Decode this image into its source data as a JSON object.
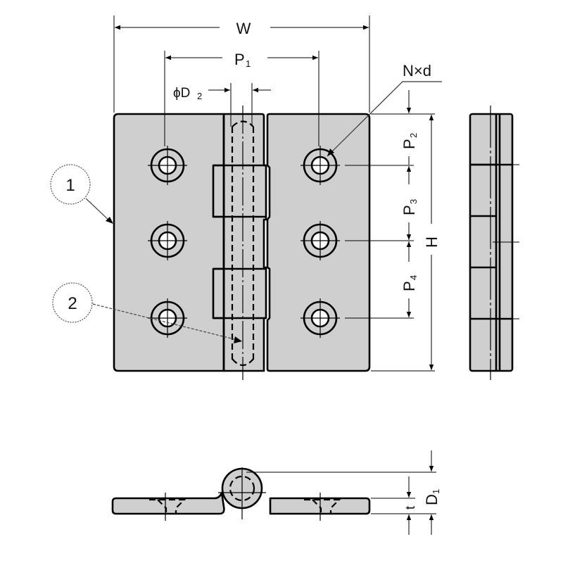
{
  "drawing": {
    "title": "Hinge dimension drawing",
    "dimensions": {
      "width": {
        "main": "W",
        "sub": ""
      },
      "hole_pitch_horizontal": {
        "main": "P",
        "sub": "1"
      },
      "pin_diameter": {
        "main": "ϕD",
        "sub": "2"
      },
      "holes": {
        "main": "N×d",
        "sub": ""
      },
      "pitch_top": {
        "main": "P",
        "sub": "2"
      },
      "pitch_middle": {
        "main": "P",
        "sub": "3"
      },
      "pitch_lower": {
        "main": "P",
        "sub": "4"
      },
      "height": {
        "main": "H",
        "sub": ""
      },
      "thickness": {
        "main": "t",
        "sub": ""
      },
      "knuckle_diameter": {
        "main": "D",
        "sub": "1"
      }
    },
    "balloons": [
      {
        "number": "1",
        "refers_to": "leaf"
      },
      {
        "number": "2",
        "refers_to": "pin"
      }
    ],
    "colors": {
      "part_fill": "#cfcfcf",
      "line": "#000000",
      "background": "#ffffff"
    }
  }
}
